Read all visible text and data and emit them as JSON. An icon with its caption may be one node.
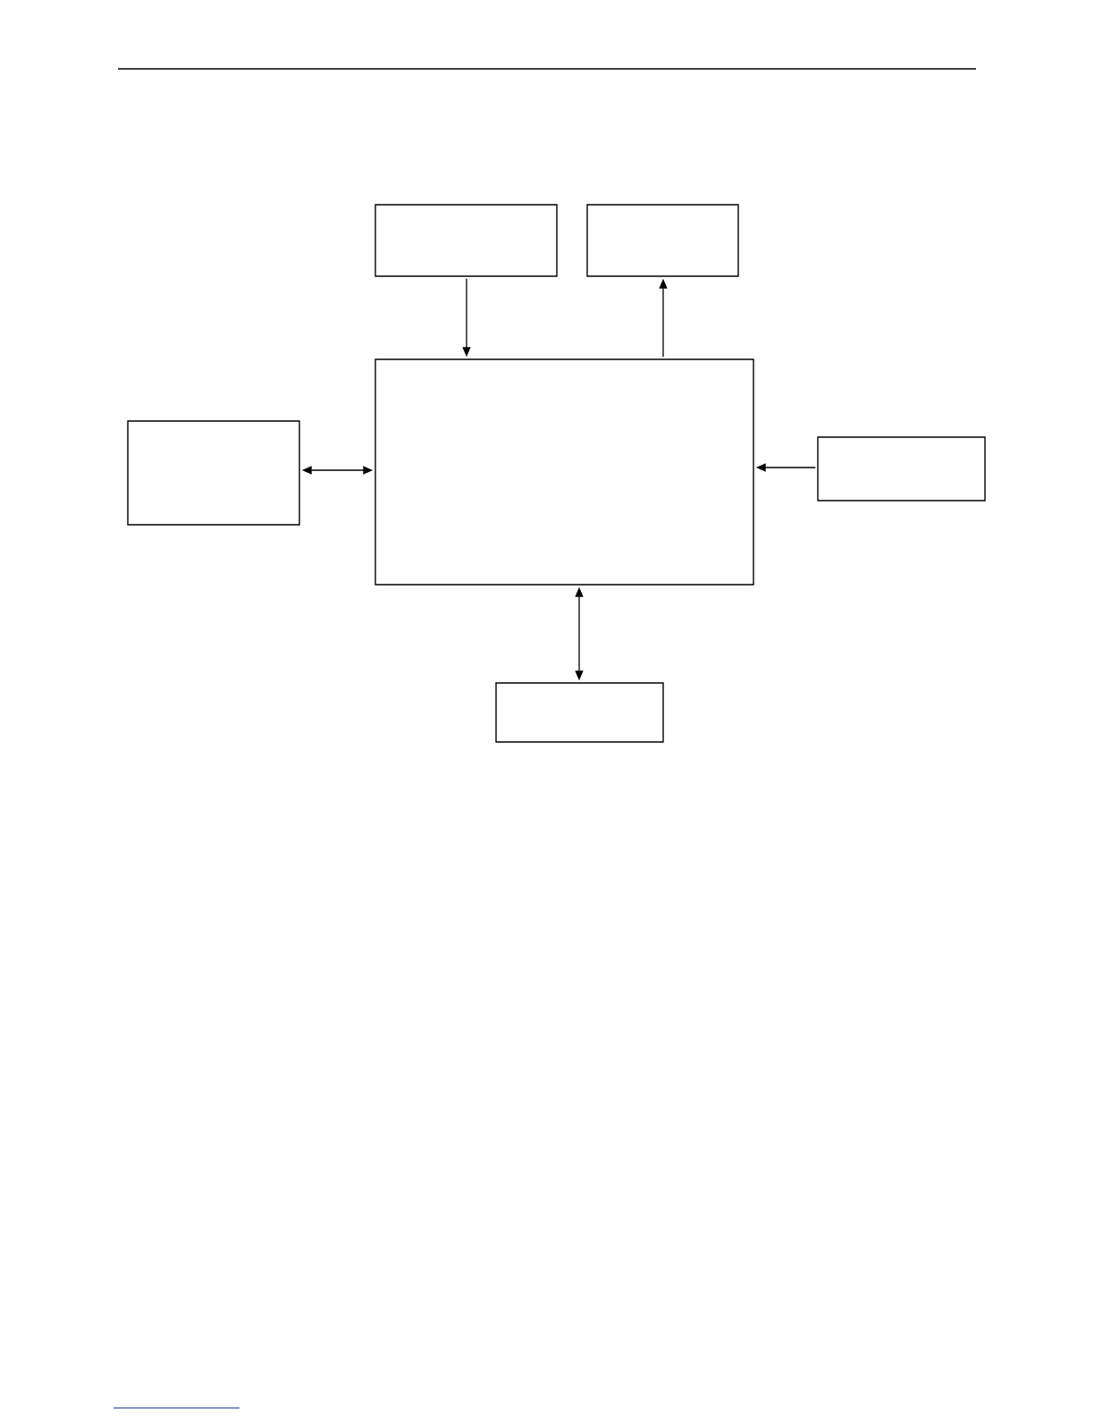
{
  "diagram": {
    "nodes": [
      {
        "text": [],
        "shape": "box"
      },
      {
        "text": [],
        "shape": "box"
      },
      {
        "text": [],
        "shape": "box"
      },
      {
        "text": [],
        "shape": "box"
      },
      {
        "text": [],
        "shape": "box"
      },
      {
        "text": [],
        "shape": "box"
      }
    ],
    "edges": [
      {
        "from": 0,
        "to": 3,
        "arrow": "to"
      },
      {
        "from": 3,
        "to": 1,
        "arrow": "to"
      },
      {
        "from": 2,
        "to": 3,
        "arrow": "both"
      },
      {
        "from": 4,
        "to": 3,
        "arrow": "to"
      },
      {
        "from": 3,
        "to": 5,
        "arrow": "both"
      }
    ]
  }
}
